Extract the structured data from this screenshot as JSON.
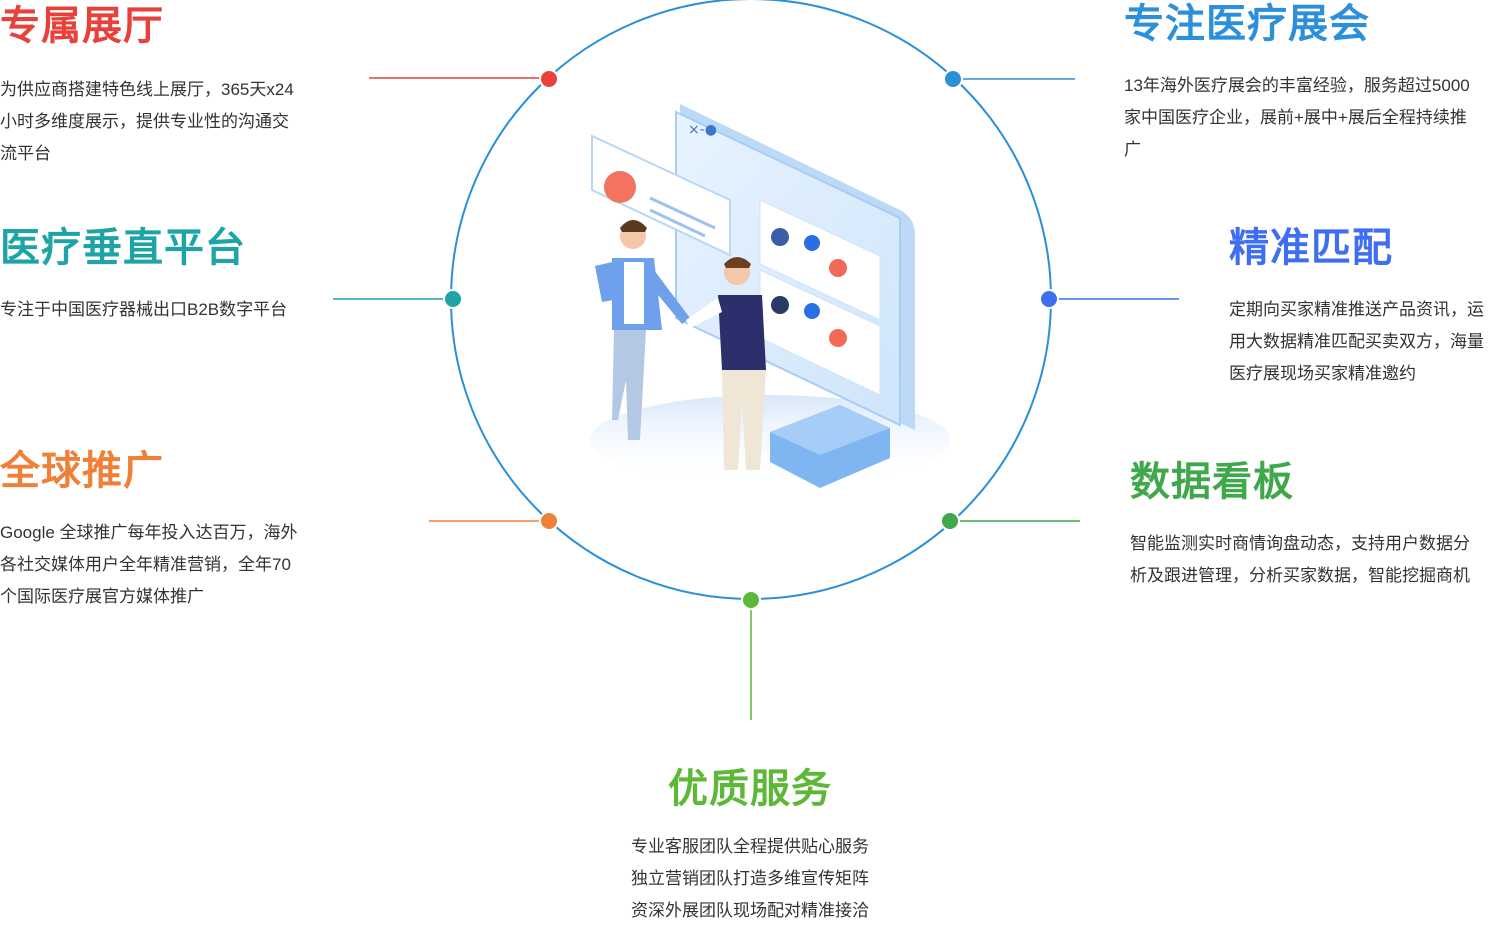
{
  "colors": {
    "red": "#e8413b",
    "blue": "#2b8fd9",
    "teal": "#1ea3a7",
    "indigo": "#3f6ff0",
    "orange": "#f08037",
    "green": "#3fa84a",
    "lime": "#5cb836",
    "circle": "#2b8fd9"
  },
  "features": {
    "exhibition_hall": {
      "title": "专属展厅",
      "desc": [
        "为供应商搭建特色线上展厅，365天x24",
        "小时多维度展示，提供专业性的沟通交",
        "流平台"
      ]
    },
    "vertical_platform": {
      "title": "医疗垂直平台",
      "desc": [
        "专注于中国医疗器械出口B2B数字平台"
      ]
    },
    "global_promotion": {
      "title": "全球推广",
      "desc": [
        "Google 全球推广每年投入达百万，海外",
        "各社交媒体用户全年精准营销，全年70",
        "个国际医疗展官方媒体推广"
      ]
    },
    "medical_expo": {
      "title": "专注医疗展会",
      "desc": [
        "13年海外医疗展会的丰富经验，服务超过5000",
        "家中国医疗企业，展前+展中+展后全程持续推",
        "广"
      ]
    },
    "precise_matching": {
      "title": "精准匹配",
      "desc": [
        "定期向买家精准推送产品资讯，运",
        "用大数据精准匹配买卖双方，海量",
        "医疗展现场买家精准邀约"
      ]
    },
    "data_board": {
      "title": "数据看板",
      "desc": [
        "智能监测实时商情询盘动态，支持用户数据分",
        "析及跟进管理，分析买家数据，智能挖掘商机"
      ]
    },
    "quality_service": {
      "title": "优质服务",
      "desc": [
        "专业客服团队全程提供贴心服务",
        "独立营销团队打造多维宣传矩阵",
        "资深外展团队现场配对精准接洽"
      ]
    }
  }
}
